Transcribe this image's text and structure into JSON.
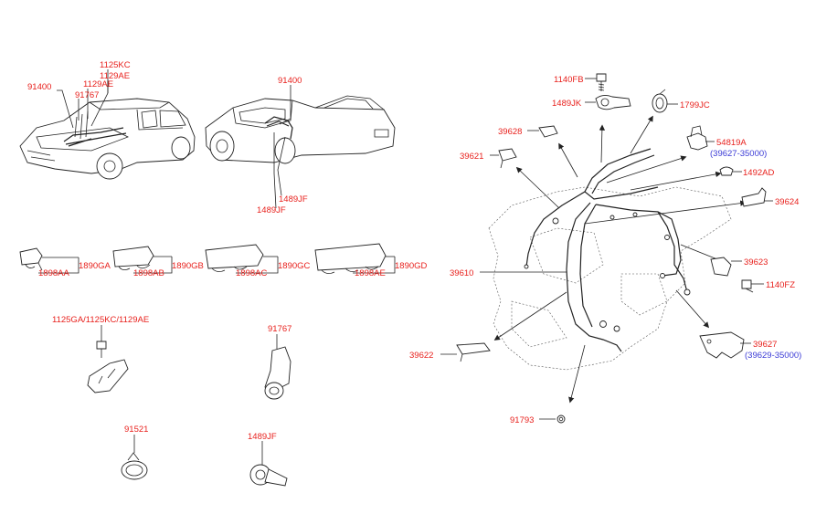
{
  "labels": {
    "p91400_a": "91400",
    "p1125KC_a": "1125KC",
    "p1129AE_a": "1129AE",
    "p1129AE_b": "1129AE",
    "p91767_a": "91767",
    "p91400_b": "91400",
    "p1489JF_a": "1489JF",
    "p1489JF_b": "1489JF",
    "p1890GA": "1890GA",
    "p1898AA": "1898AA",
    "p1890GB": "1890GB",
    "p1898AB": "1898AB",
    "p1890GC": "1890GC",
    "p1898AC": "1898AC",
    "p1890GD": "1890GD",
    "p1898AE": "1898AE",
    "p1125GA_group": "1125GA/1125KC/1129AE",
    "p91767_b": "91767",
    "p91521": "91521",
    "p1489JF_c": "1489JF",
    "p1140FB": "1140FB",
    "p1489JK": "1489JK",
    "p1799JC": "1799JC",
    "p39628": "39628",
    "p54819A": "54819A",
    "p39627_35000": "(39627-35000)",
    "p39621": "39621",
    "p1492AD": "1492AD",
    "p39624": "39624",
    "p39623": "39623",
    "p39610": "39610",
    "p1140FZ": "1140FZ",
    "p39627": "39627",
    "p39629_35000": "(39629-35000)",
    "p39622": "39622",
    "p91793": "91793"
  },
  "colors": {
    "label": "#e8211d",
    "label_alt": "#3b3bd6",
    "line": "#222222"
  }
}
